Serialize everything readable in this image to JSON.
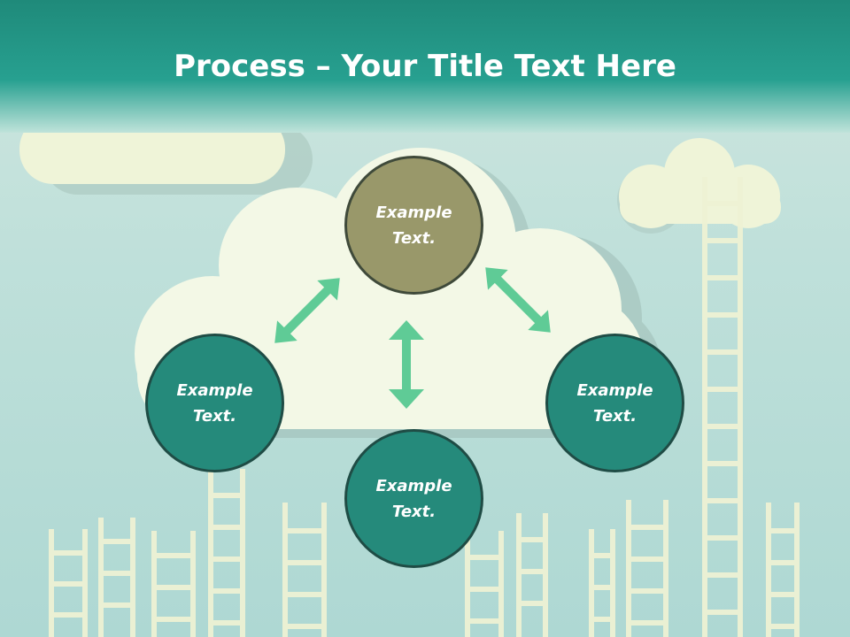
{
  "slide": {
    "title_bold": "Process",
    "title_rest": " – Your Title Text Here"
  },
  "nodes": {
    "top": {
      "line1": "Example",
      "line2": "Text."
    },
    "left": {
      "line1": "Example",
      "line2": "Text."
    },
    "right": {
      "line1": "Example",
      "line2": "Text."
    },
    "bottom": {
      "line1": "Example",
      "line2": "Text."
    }
  },
  "colors": {
    "header": "#27a090",
    "node_top": "#99986a",
    "node_teal": "#258a7b",
    "arrow": "#5fcb96",
    "cloud": "#f3f8e6"
  }
}
